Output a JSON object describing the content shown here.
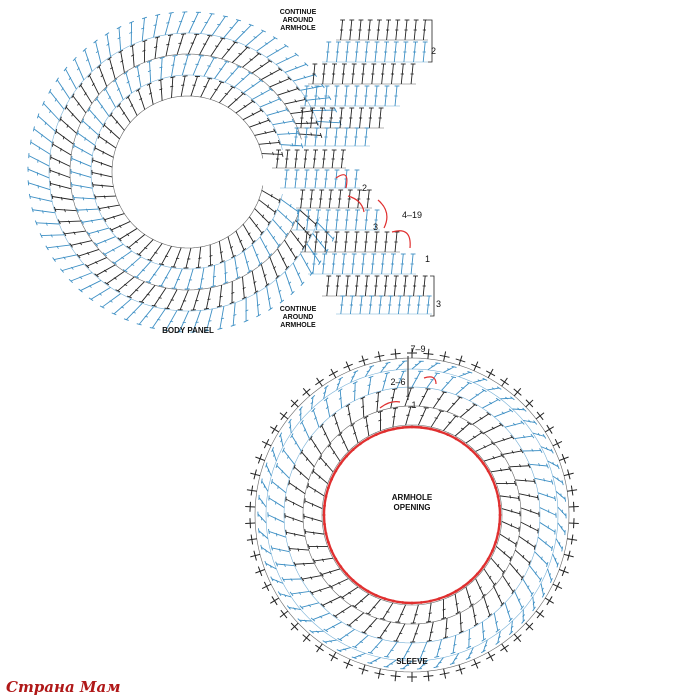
{
  "colors": {
    "black_rounds": "#222222",
    "blue_rounds": "#3d8fc4",
    "red_rounds": "#e03030",
    "label": "#111111",
    "watermark": "#b01818"
  },
  "body_panel": {
    "title": "BODY PANEL",
    "continue_top": [
      "CONTINUE",
      "AROUND",
      "ARMHOLE"
    ],
    "continue_bottom": [
      "CONTINUE",
      "AROUND",
      "ARMHOLE"
    ],
    "row_labels": [
      "2",
      "1",
      "3",
      "2",
      "4–19",
      "3"
    ]
  },
  "sleeve": {
    "title": "SLEEVE",
    "center_label": [
      "ARMHOLE",
      "OPENING"
    ],
    "round_labels": [
      "7–9",
      "2–6",
      "1"
    ]
  },
  "watermark": "Страна Мам"
}
